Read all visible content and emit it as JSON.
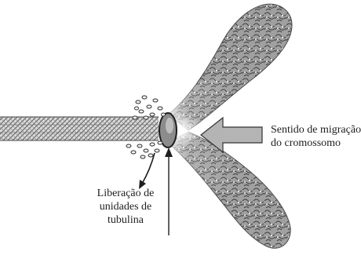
{
  "labels": {
    "migration_line1": "Sentido de migração",
    "migration_line2": "do cromossomo",
    "tubulin_line1": "Liberação de",
    "tubulin_line2": "unidades de",
    "tubulin_line3": "tubulina"
  },
  "colors": {
    "ink": "#1e1e1e",
    "chromatid_fill": "#9a9a9a",
    "arrow_fill": "#b4b4b4"
  }
}
